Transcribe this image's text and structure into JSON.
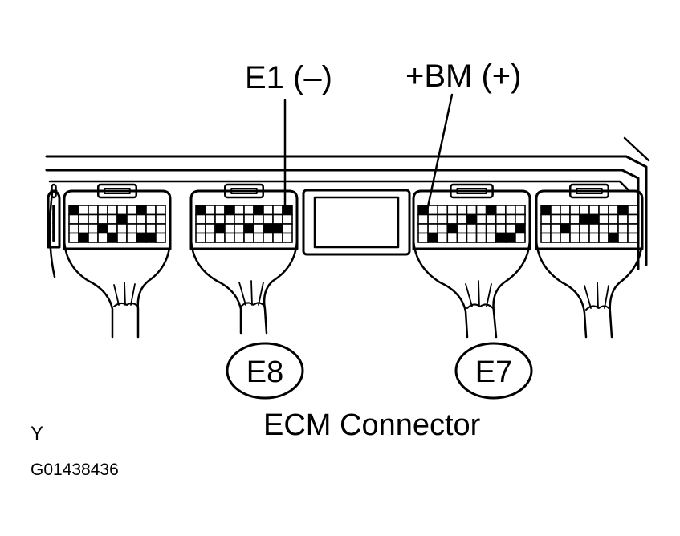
{
  "labels": {
    "e1_terminal": "E1 (–)",
    "bm_terminal": "+BM (+)",
    "connector_e8": "E8",
    "connector_e7": "E7",
    "caption": "ECM Connector",
    "corner_letter": "Y",
    "figure_code": "G01438436"
  }
}
